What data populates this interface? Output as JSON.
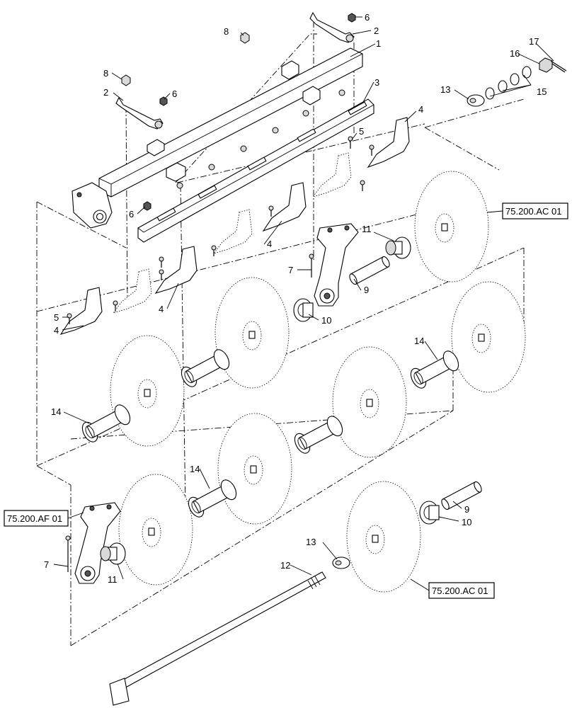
{
  "callouts": {
    "c1": "1",
    "c2a": "2",
    "c2b": "2",
    "c3": "3",
    "c4a": "4",
    "c4b": "4",
    "c4c": "4",
    "c4d": "4",
    "c5a": "5",
    "c5b": "5",
    "c6a": "6",
    "c6b": "6",
    "c6c": "6",
    "c7a": "7",
    "c7b": "7",
    "c8a": "8",
    "c8b": "8",
    "c9a": "9",
    "c9b": "9",
    "c10a": "10",
    "c10b": "10",
    "c11a": "11",
    "c11b": "11",
    "c12": "12",
    "c13a": "13",
    "c13b": "13",
    "c14a": "14",
    "c14b": "14",
    "c14c": "14",
    "c15": "15",
    "c16": "16",
    "c17": "17"
  },
  "references": {
    "ref_ac_top": "75.200.AC 01",
    "ref_af": "75.200.AF 01",
    "ref_ac_bottom": "75.200.AC 01"
  }
}
